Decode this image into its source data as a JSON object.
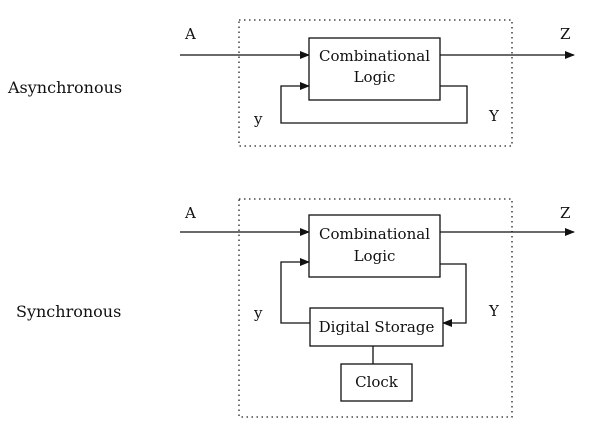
{
  "async": {
    "title": "Asynchronous",
    "input": "A",
    "output": "Z",
    "feedback_in": "y",
    "feedback_out": "Y",
    "logic_line1": "Combinational",
    "logic_line2": "Logic"
  },
  "sync": {
    "title": "Synchronous",
    "input": "A",
    "output": "Z",
    "feedback_in": "y",
    "feedback_out": "Y",
    "logic_line1": "Combinational",
    "logic_line2": "Logic",
    "storage": "Digital Storage",
    "clock": "Clock"
  }
}
